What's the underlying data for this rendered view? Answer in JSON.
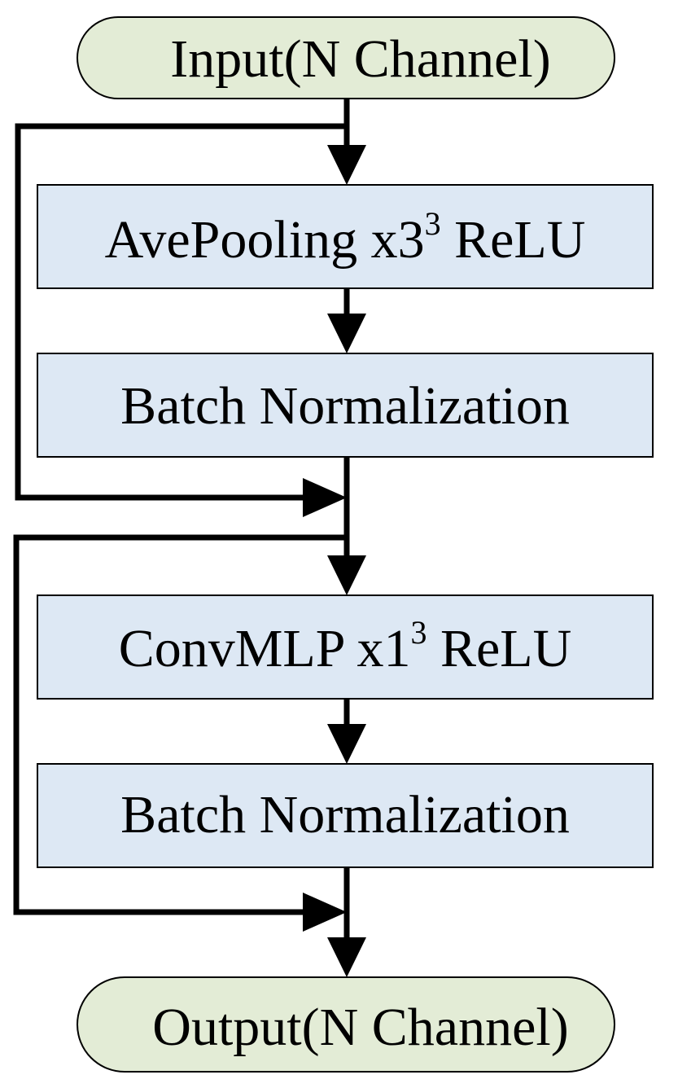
{
  "colors": {
    "terminal_fill": "#e3ecd6",
    "process_fill": "#dde8f4",
    "stroke": "#000000"
  },
  "nodes": {
    "input": {
      "label": "Input(N Channel)"
    },
    "ave_pooling": {
      "label": "AvePooling x3",
      "superscript": "3",
      "suffix": " ReLU"
    },
    "batch_norm_1": {
      "label": "Batch Normalization"
    },
    "conv_mlp": {
      "label": "ConvMLP x1",
      "superscript": "3",
      "suffix": " ReLU"
    },
    "batch_norm_2": {
      "label": "Batch Normalization"
    },
    "output": {
      "label": "Output(N Channel)"
    }
  }
}
